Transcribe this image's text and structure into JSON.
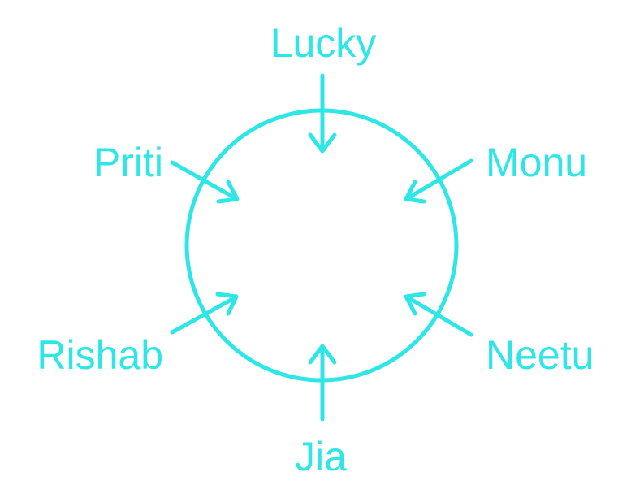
{
  "colors": {
    "accent": "#2ee6e6",
    "background": "#ffffff"
  },
  "people": [
    {
      "key": "lucky",
      "name": "Lucky"
    },
    {
      "key": "monu",
      "name": "Monu"
    },
    {
      "key": "neetu",
      "name": "Neetu"
    },
    {
      "key": "jia",
      "name": "Jia"
    },
    {
      "key": "rishab",
      "name": "Rishab"
    },
    {
      "key": "priti",
      "name": "Priti"
    }
  ]
}
